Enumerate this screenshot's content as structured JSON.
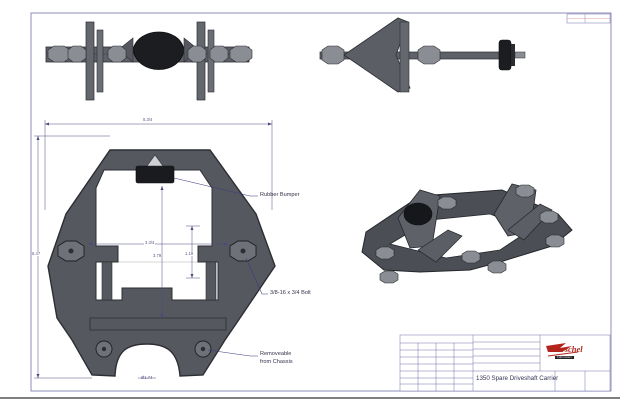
{
  "callouts": {
    "bumper": "Rubber Bumper",
    "bolt": "3/8-16 x 3/4 Bolt",
    "removeable_line1": "Removeable",
    "removeable_line2": "from Chassis"
  },
  "dimensions": {
    "overall_width": "5.3/4",
    "overall_height": "6.47",
    "inner_width": "3.3/4",
    "inner_height": "3.79",
    "slot_height": "1.19",
    "hole_dia": "Ø1.74"
  },
  "title_block": {
    "drawing_title": "1350 Spare Driveshaft Carrier",
    "logo_text": "Gorschel",
    "logo_sub": "Fabrication"
  },
  "colors": {
    "plate": "#55585f",
    "plate_edge": "#2c2e33",
    "border": "#6a6aa0",
    "dim_line": "#4a4a80",
    "logo_red": "#b3261e"
  }
}
